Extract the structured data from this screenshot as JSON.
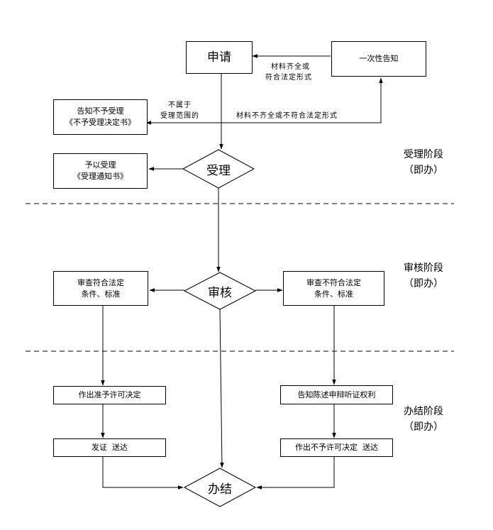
{
  "nodes": {
    "apply": "申请",
    "one_time_notice": "一次性告知",
    "reject_notice": [
      "告知不予受理",
      "《不予受理决定书》"
    ],
    "accept_notice": [
      "予以受理",
      "《受理通知书》"
    ],
    "acceptance": "受理",
    "compliant": [
      "审查符合法定",
      "条件、标准"
    ],
    "review": "审核",
    "noncompliant": [
      "审查不符合法定",
      "条件、标准"
    ],
    "grant_decision": "作出准予许可决定",
    "hearing_rights": "告知陈述申辩听证权利",
    "issue_cert": "发证  送达",
    "deny_decision": "作出不予许可决定  送达",
    "conclude": "办结"
  },
  "edge_labels": {
    "complete_materials": [
      "材料齐全或",
      "符合法定形式"
    ],
    "out_of_scope": [
      "不属于",
      "受理范围的"
    ],
    "incomplete_materials": "材料不齐全或不符合法定形式"
  },
  "stages": {
    "acceptance": [
      "受理阶段",
      "（即办）"
    ],
    "review": [
      "审核阶段",
      "（即办）"
    ],
    "conclusion": [
      "办结阶段",
      "（即办）"
    ]
  }
}
